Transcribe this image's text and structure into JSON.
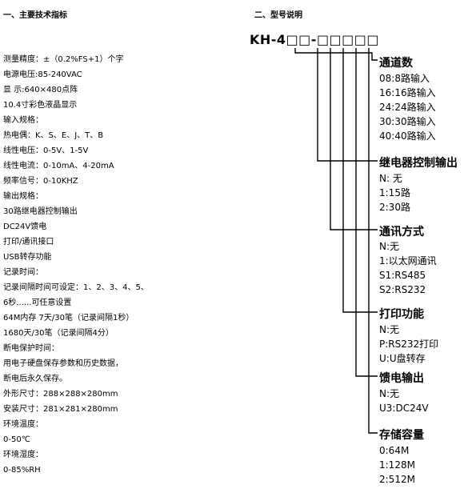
{
  "left_section": {
    "title": "一、主要技术指标",
    "specs": [
      "测量精度：±（0.2%FS+1）个字",
      "电源电压:85-240VAC",
      "显 示:640×480点阵",
      "10.4寸彩色液晶显示",
      "输入规格：",
      "热电偶：K、S、E、J、T、B",
      "线性电压：0-5V、1-5V",
      "线性电流：0-10mA、4-20mA",
      "频率信号：0-10KHZ",
      "输出规格：",
      "30路继电器控制输出",
      "DC24V馈电",
      "打印/通讯接口",
      "USB转存功能",
      "记录时间：",
      "记录间隔时间可设定：1、2、3、4、5、",
      "6秒......可任意设置",
      "64M内存 7天/30笔（记录间隔1秒）",
      "1680天/30笔（记录间隔4分）",
      "断电保护时间：",
      "用电子硬盘保存参数和历史数据，",
      "断电后永久保存。",
      "外形尺寸：288×288×280mm",
      "安装尺寸：281×281×280mm",
      "环境温度：",
      "0-50℃",
      "环境湿度：",
      "0-85%RH"
    ]
  },
  "right_section": {
    "title": "二、型号说明",
    "model_code": "KH-4□□-□□□□□",
    "groups": [
      {
        "title": "通道数",
        "options": [
          "08:8路输入",
          "16:16路输入",
          "24:24路输入",
          "30:30路输入",
          "40:40路输入"
        ]
      },
      {
        "title": "继电器控制输出",
        "options": [
          "N: 无",
          "1:15路",
          "2:30路"
        ]
      },
      {
        "title": "通讯方式",
        "options": [
          "N:无",
          "1:以太网通讯",
          "S1:RS485",
          "S2:RS232"
        ]
      },
      {
        "title": "打印功能",
        "options": [
          "N:无",
          "P:RS232打印",
          "U:U盘转存"
        ]
      },
      {
        "title": "馈电输出",
        "options": [
          "N:无",
          "U3:DC24V"
        ]
      },
      {
        "title": "存储容量",
        "options": [
          "0:64M",
          "1:128M",
          "2:512M"
        ]
      }
    ]
  }
}
